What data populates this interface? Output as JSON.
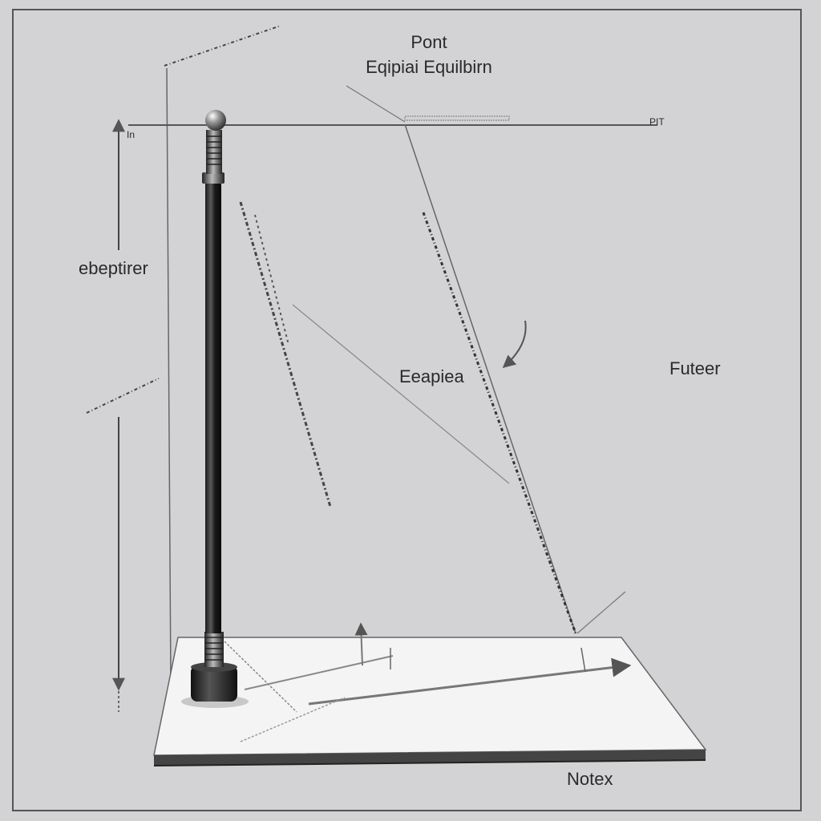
{
  "title": {
    "line1": "Pont",
    "line2": "Eqipiai Equilbirn"
  },
  "labels": {
    "left": "ebeptirer",
    "center": "Eeapiea",
    "right": "Futeer",
    "bottom": "Notex",
    "left_top_marker": "In",
    "right_marker": "PIT"
  }
}
